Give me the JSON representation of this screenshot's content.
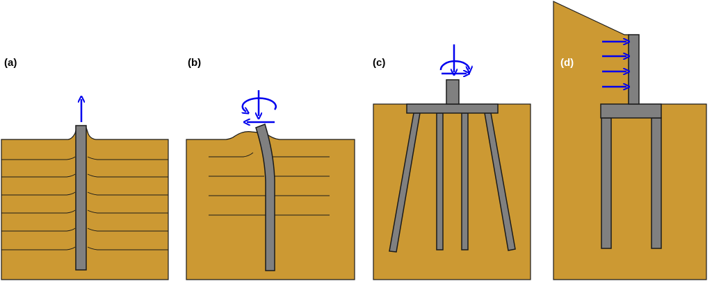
{
  "colors": {
    "soil": "#cc9933",
    "pile": "#808080",
    "outline": "#1a1a1a",
    "arrow": "#0000ee",
    "label_dark": "#000000",
    "label_light": "#ffffff"
  },
  "panels": [
    {
      "label": "(a)",
      "depicts": "uplift"
    },
    {
      "label": "(b)",
      "depicts": "moment-lateral"
    },
    {
      "label": "(c)",
      "depicts": "pile-group-moment"
    },
    {
      "label": "(d)",
      "depicts": "lateral-soil-pressure"
    }
  ]
}
